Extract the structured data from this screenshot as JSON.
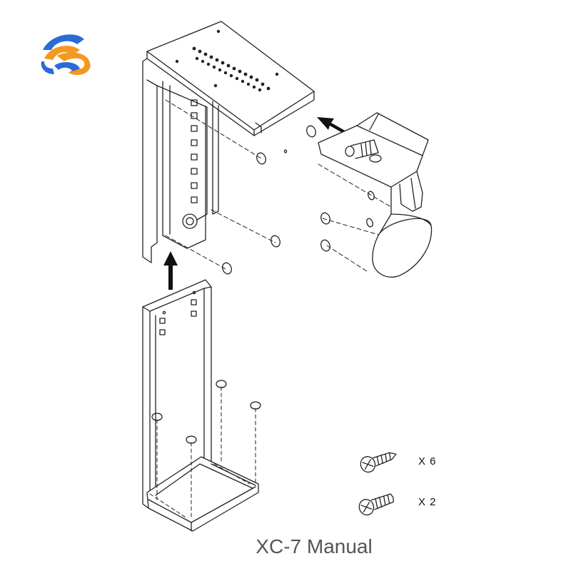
{
  "caption": "XC-7 Manual",
  "hardware": {
    "screw_a": {
      "quantity_label": "X 6"
    },
    "screw_b": {
      "quantity_label": "X 2"
    }
  },
  "colors": {
    "line": "#222222",
    "logo_orange": "#f29a1f",
    "logo_blue": "#2a6bd6",
    "caption": "#555555"
  }
}
